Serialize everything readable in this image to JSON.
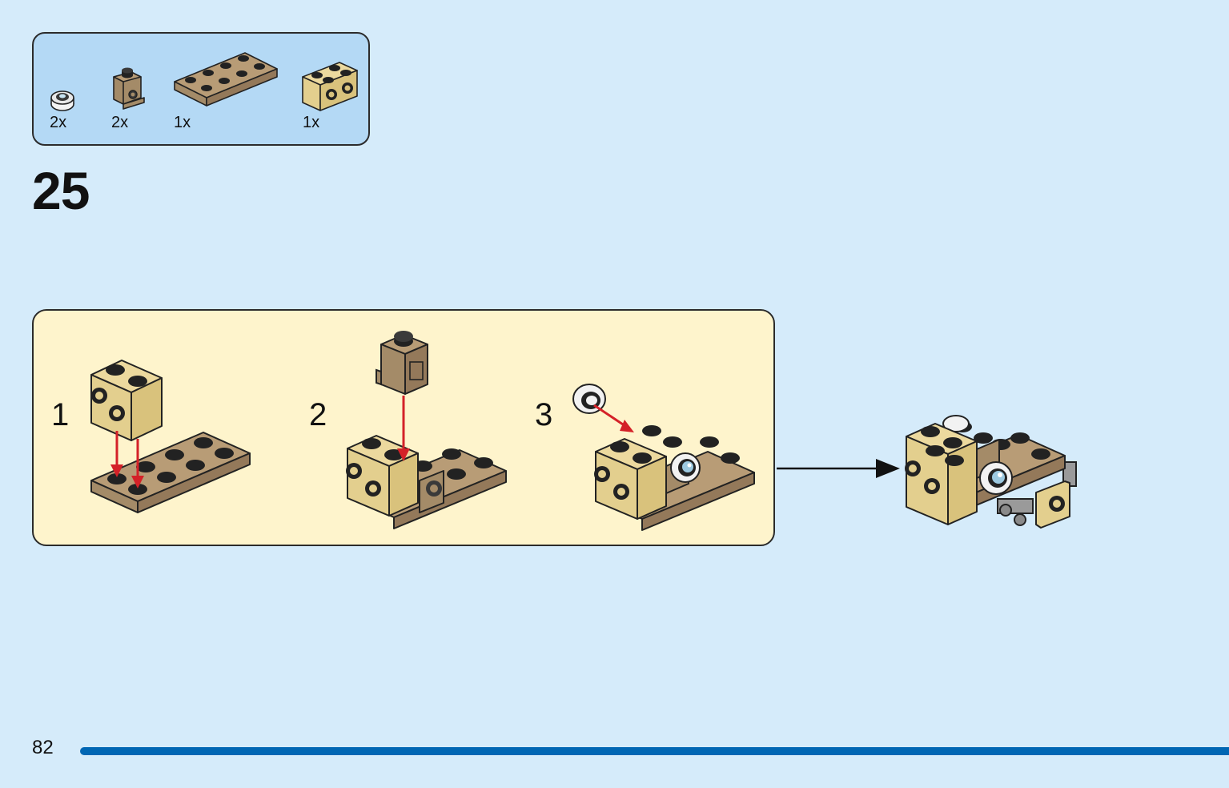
{
  "parts": [
    {
      "icon": "round-eye-tile-icon",
      "qty": "2x"
    },
    {
      "icon": "bracket-brick-icon",
      "qty": "2x"
    },
    {
      "icon": "plate-2x4-icon",
      "qty": "1x"
    },
    {
      "icon": "tan-brick-studs-side-icon",
      "qty": "1x"
    }
  ],
  "step": {
    "number": "25"
  },
  "substeps": [
    {
      "number": "1"
    },
    {
      "number": "2"
    },
    {
      "number": "3"
    }
  ],
  "footer": {
    "page_number": "82"
  },
  "colors": {
    "background": "#d5ebfa",
    "parts_box": "#b4d9f5",
    "substep_box": "#fef4cc",
    "tan": "#e3cf8e",
    "dark_tan": "#a48b68",
    "red_arrow": "#d42128",
    "page_bar": "#0066b3"
  }
}
